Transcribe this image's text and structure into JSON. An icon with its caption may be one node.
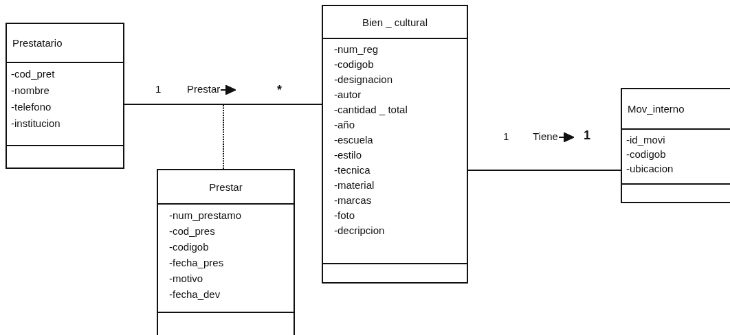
{
  "diagram": {
    "nodes": [
      {
        "text": [
          "Prestatario",
          "-cod_pret",
          "-nombre",
          "-telefono",
          "-institucion"
        ]
      },
      {
        "text": [
          "Bien _ cultural",
          "-num_reg",
          "-codigob",
          "-designacion",
          "-autor",
          "-cantidad _ total",
          "-año",
          "-escuela",
          "-estilo",
          "-tecnica",
          "-material",
          "-marcas",
          "-foto",
          "-decripcion"
        ]
      },
      {
        "text": [
          "Prestar",
          "-num_prestamo",
          "-cod_pres",
          "-codigob",
          "-fecha_pres",
          "-motivo",
          "-fecha_dev"
        ]
      },
      {
        "text": [
          "Mov_interno",
          "-id_movi",
          "-codigob",
          "-ubicacion"
        ]
      }
    ],
    "edges": [
      {
        "from": 0,
        "to": 1,
        "arrow": "none",
        "label": "Prestar"
      },
      {
        "from": 2,
        "to": null,
        "arrow": "none",
        "style": "dashed"
      },
      {
        "from": 1,
        "to": 3,
        "arrow": "none",
        "label": "Tiene"
      }
    ],
    "labels": [
      "1",
      "*",
      "1",
      "1"
    ]
  }
}
